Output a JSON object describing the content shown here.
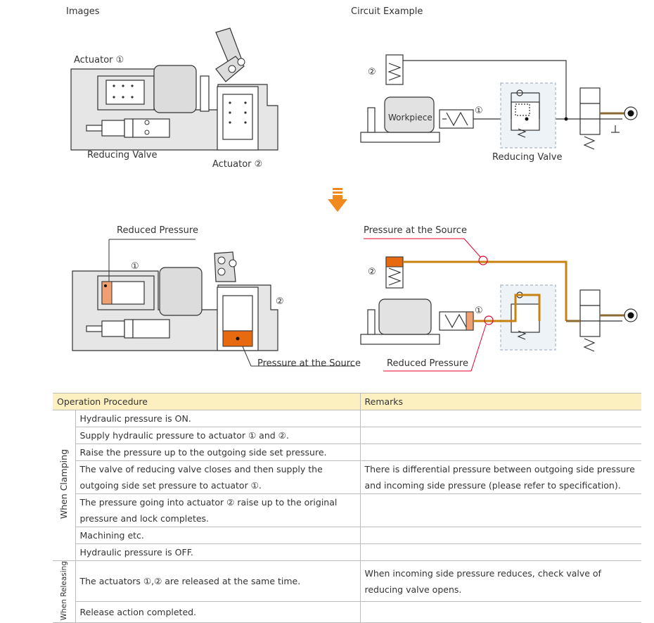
{
  "headings": {
    "images": "Images",
    "circuit": "Circuit Example"
  },
  "top_left": {
    "actuator1": "Actuator ①",
    "actuator2": "Actuator ②",
    "reducing_valve": "Reducing Valve"
  },
  "top_right": {
    "num2": "②",
    "num1": "①",
    "workpiece": "Workpiece",
    "reducing_valve": "Reducing Valve"
  },
  "bottom_left": {
    "reduced_pressure": "Reduced Pressure",
    "num1": "①",
    "num2": "②",
    "pressure_source": "Pressure at the Source"
  },
  "bottom_right": {
    "pressure_source": "Pressure at the Source",
    "num2": "②",
    "num1": "①",
    "reduced_pressure": "Reduced Pressure"
  },
  "colors": {
    "orange_fill": "#f0a070",
    "dark_orange": "#e86a10",
    "pipe_orange": "#d98a1a",
    "callout_red": "#e8002a",
    "arrow_orange": "#f08a1e",
    "header_bg": "#fcf0c0",
    "part_gray": "#e2e2e2"
  },
  "table": {
    "header": [
      "Operation Procedure",
      "Remarks"
    ],
    "clamping_label": "When Clamping",
    "releasing_label": "When Releasing",
    "rows": [
      {
        "step": "Hydraulic pressure is ON.",
        "remark": ""
      },
      {
        "step": "Supply hydraulic pressure to actuator ① and ②.",
        "remark": ""
      },
      {
        "step": "Raise the pressure up to the outgoing side set pressure.",
        "remark": ""
      },
      {
        "step_line1": "The valve of reducing valve closes and then supply the",
        "step_line2": "outgoing side set pressure to actuator ①.",
        "remark_line1": "There is differential pressure between outgoing side pressure",
        "remark_line2": "and incoming side pressure (please refer to specification)."
      },
      {
        "step_line1": "The pressure going into actuator ② raise up to the original",
        "step_line2": "pressure and lock completes.",
        "remark": ""
      },
      {
        "step": "Machining etc.",
        "remark": ""
      },
      {
        "step": "Hydraulic pressure is OFF.",
        "remark": ""
      },
      {
        "step": "The actuators ①,② are released at the same time.",
        "remark_line1": "When incoming side pressure reduces, check valve of",
        "remark_line2": "reducing valve opens."
      },
      {
        "step": "Release action completed.",
        "remark": ""
      }
    ]
  }
}
